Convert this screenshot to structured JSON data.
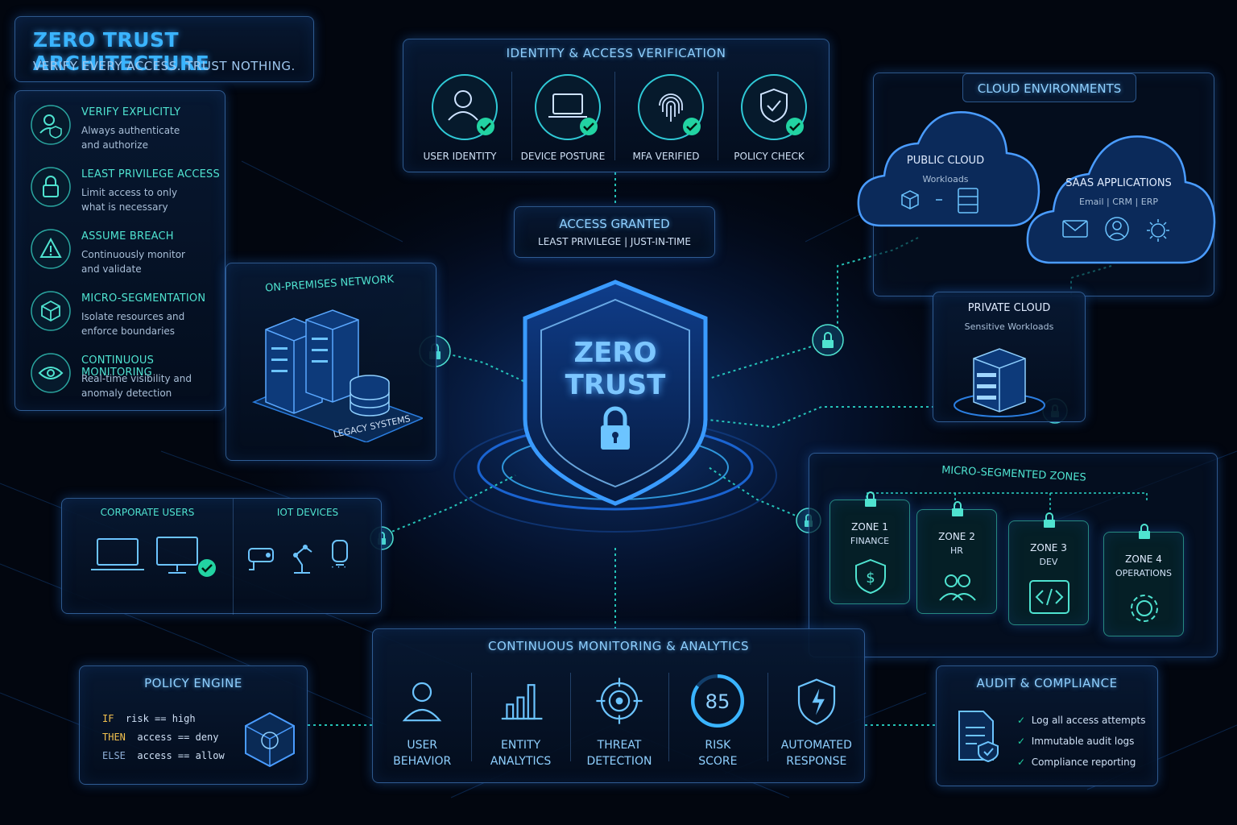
{
  "header": {
    "title": "ZERO TRUST ARCHITECTURE",
    "subtitle": "VERIFY EVERY ACCESS. TRUST NOTHING."
  },
  "principles": [
    {
      "title": "VERIFY EXPLICITLY",
      "line1": "Always authenticate",
      "line2": "and authorize",
      "icon": "user-shield-icon"
    },
    {
      "title": "LEAST PRIVILEGE ACCESS",
      "line1": "Limit access to only",
      "line2": "what is necessary",
      "icon": "padlock-icon"
    },
    {
      "title": "ASSUME BREACH",
      "line1": "Continuously monitor",
      "line2": "and validate",
      "icon": "warning-triangle-icon"
    },
    {
      "title": "MICRO-SEGMENTATION",
      "line1": "Isolate resources and",
      "line2": "enforce boundaries",
      "icon": "cube-icon"
    },
    {
      "title": "CONTINUOUS MONITORING",
      "line1": "Real-time visibility and",
      "line2": "anomaly detection",
      "icon": "eye-icon"
    }
  ],
  "identity": {
    "title": "IDENTITY & ACCESS VERIFICATION",
    "items": [
      {
        "label": "USER IDENTITY",
        "icon": "user-icon"
      },
      {
        "label": "DEVICE POSTURE",
        "icon": "laptop-icon"
      },
      {
        "label": "MFA VERIFIED",
        "icon": "fingerprint-icon"
      },
      {
        "label": "POLICY CHECK",
        "icon": "shield-check-icon"
      }
    ]
  },
  "access": {
    "title": "ACCESS GRANTED",
    "subtitle": "LEAST PRIVILEGE | JUST-IN-TIME"
  },
  "core": {
    "line1": "ZERO",
    "line2": "TRUST"
  },
  "onprem": {
    "title": "ON-PREMISES NETWORK",
    "legacy": "LEGACY SYSTEMS"
  },
  "cloud": {
    "title": "CLOUD ENVIRONMENTS",
    "public": {
      "title": "PUBLIC CLOUD",
      "subtitle": "Workloads"
    },
    "saas": {
      "title": "SAAS APPLICATIONS",
      "subtitle": "Email | CRM | ERP"
    },
    "private": {
      "title": "PRIVATE CLOUD",
      "subtitle": "Sensitive Workloads"
    }
  },
  "users": {
    "corporate": "CORPORATE USERS",
    "iot": "IOT DEVICES",
    "ellipsis": "· · ·"
  },
  "zones": {
    "title": "MICRO-SEGMENTED ZONES",
    "items": [
      {
        "name": "ZONE 1",
        "dept": "FINANCE",
        "icon": "dollar-shield-icon"
      },
      {
        "name": "ZONE 2",
        "dept": "HR",
        "icon": "people-icon"
      },
      {
        "name": "ZONE 3",
        "dept": "DEV",
        "icon": "code-icon"
      },
      {
        "name": "ZONE 4",
        "dept": "OPERATIONS",
        "icon": "gear-icon"
      }
    ]
  },
  "policy": {
    "title": "POLICY ENGINE",
    "lines": [
      {
        "kw": "IF",
        "expr": "risk == high"
      },
      {
        "kw": "THEN",
        "expr": "access == deny"
      },
      {
        "kw": "ELSE",
        "expr": "access == allow"
      }
    ]
  },
  "monitoring": {
    "title": "CONTINUOUS MONITORING & ANALYTICS",
    "items": [
      {
        "line1": "USER",
        "line2": "BEHAVIOR",
        "icon": "user-icon"
      },
      {
        "line1": "ENTITY",
        "line2": "ANALYTICS",
        "icon": "bar-chart-icon"
      },
      {
        "line1": "THREAT",
        "line2": "DETECTION",
        "icon": "target-icon"
      },
      {
        "line1": "RISK",
        "line2": "SCORE",
        "icon": "gauge-icon"
      },
      {
        "line1": "AUTOMATED",
        "line2": "RESPONSE",
        "icon": "lightning-shield-icon"
      }
    ],
    "risk_value": "85",
    "risk_fraction": 0.85
  },
  "audit": {
    "title": "AUDIT & COMPLIANCE",
    "items": [
      "Log all access attempts",
      "Immutable audit logs",
      "Compliance reporting"
    ]
  },
  "colors": {
    "accent": "#3ab4ff",
    "teal": "#4fe3d0",
    "check": "#2fd6a8",
    "background": "#02060f"
  }
}
